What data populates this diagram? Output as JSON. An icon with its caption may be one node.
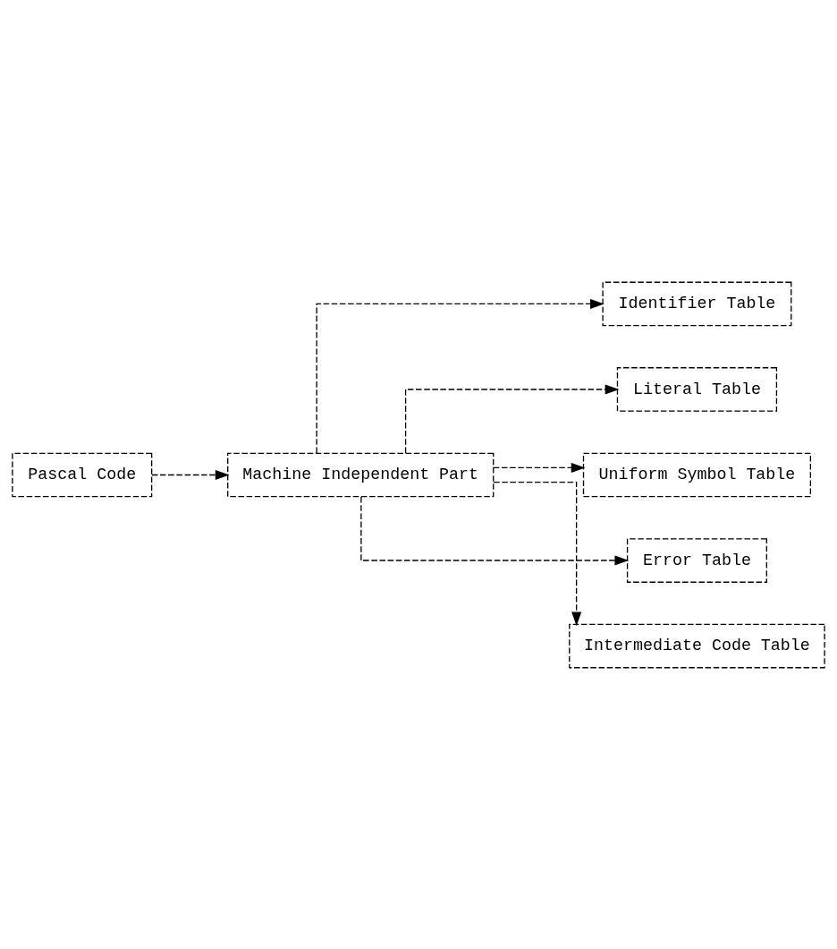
{
  "diagram": {
    "nodes": [
      {
        "text": [
          "Pascal Code"
        ]
      },
      {
        "text": [
          "Machine Independent Part"
        ]
      },
      {
        "text": [
          "Identifier Table"
        ]
      },
      {
        "text": [
          "Literal Table"
        ]
      },
      {
        "text": [
          "Uniform Symbol Table"
        ]
      },
      {
        "text": [
          "Error Table"
        ]
      },
      {
        "text": [
          "Intermediate Code Table"
        ]
      }
    ],
    "edges": [
      {
        "from": 0,
        "to": 1,
        "arrow": "to"
      },
      {
        "from": 1,
        "to": 2,
        "arrow": "to"
      },
      {
        "from": 1,
        "to": 3,
        "arrow": "to"
      },
      {
        "from": 1,
        "to": 4,
        "arrow": "to"
      },
      {
        "from": 1,
        "to": 5,
        "arrow": "to"
      },
      {
        "from": 1,
        "to": 6,
        "arrow": "to"
      }
    ]
  }
}
